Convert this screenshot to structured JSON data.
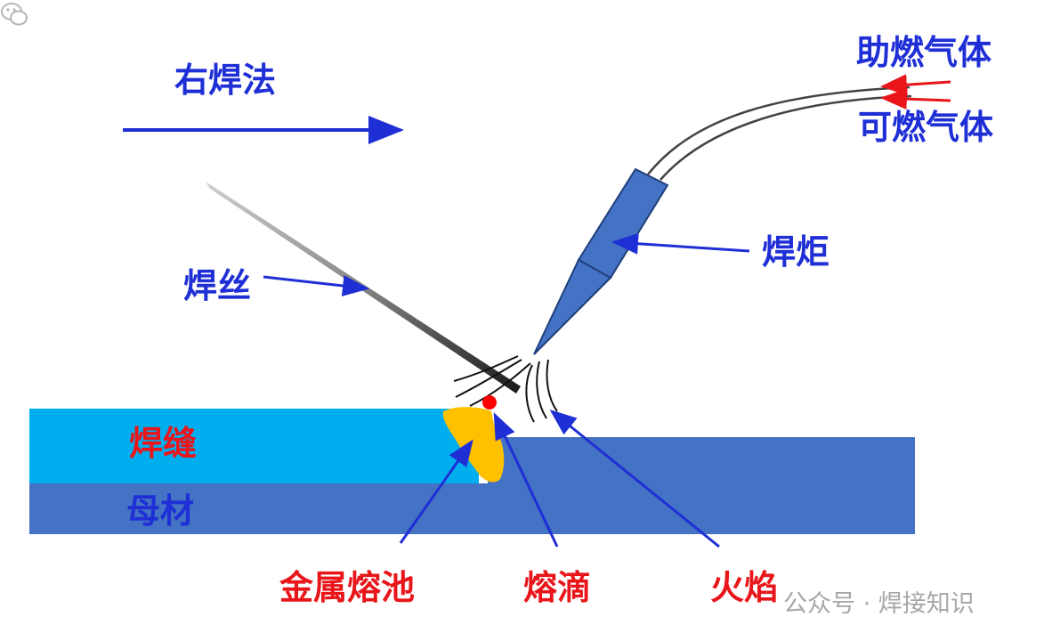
{
  "title": "右焊法",
  "labels": {
    "support_gas": "助燃气体",
    "fuel_gas": "可燃气体",
    "torch": "焊炬",
    "filler_wire": "焊丝",
    "weld_seam": "焊缝",
    "base_metal": "母材",
    "molten_pool": "金属熔池",
    "droplet": "熔滴",
    "flame": "火焰"
  },
  "watermark": {
    "text": "公众号 · 焊接知识"
  },
  "colors": {
    "label_blue": "#1f2fd6",
    "label_red": "#e8161b",
    "weld_seam": "#00aeef",
    "base_metal": "#4472c4",
    "molten_pool": "#ffc000",
    "torch": "#4472c4",
    "droplet": "#ff0000"
  }
}
